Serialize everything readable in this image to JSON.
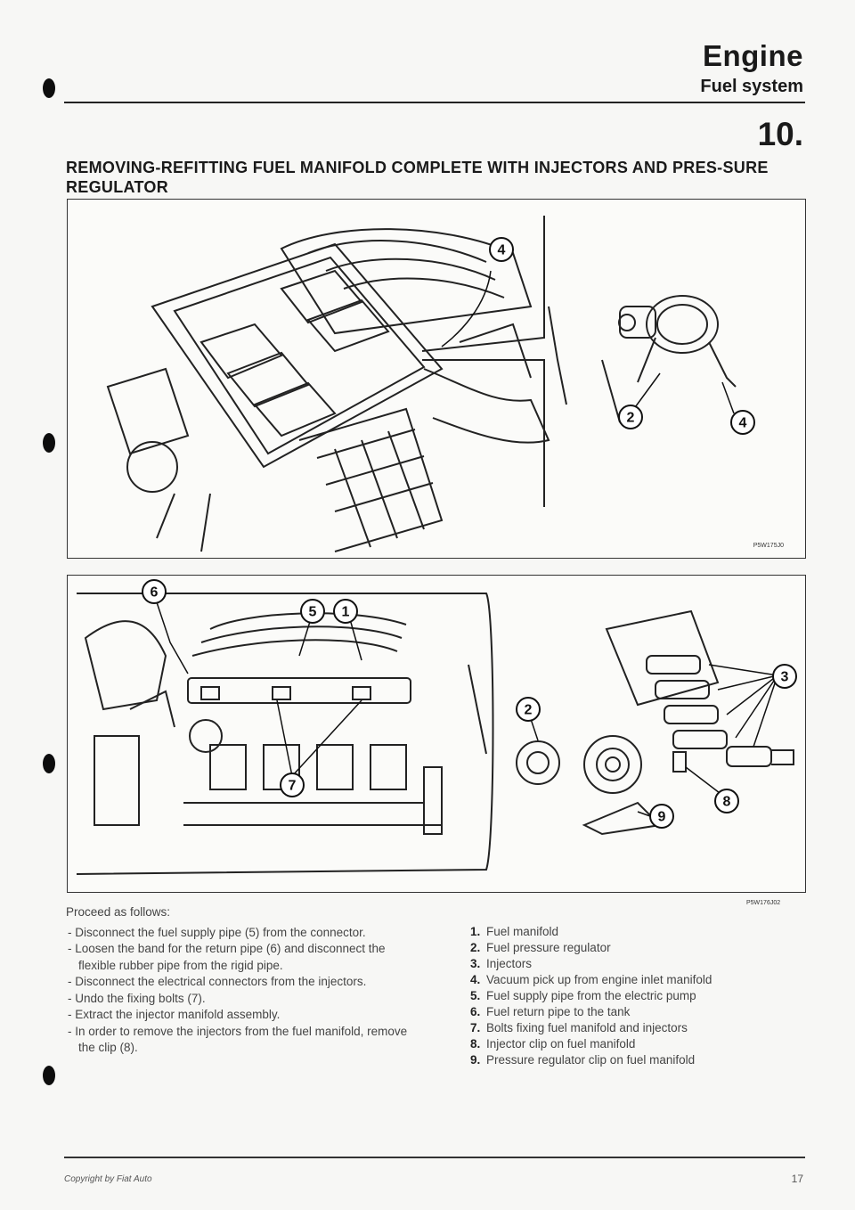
{
  "header": {
    "title": "Engine",
    "subtitle": "Fuel system",
    "section_number": "10."
  },
  "section_title": "REMOVING-REFITTING FUEL MANIFOLD COMPLETE WITH INJECTORS AND PRES-SURE REGULATOR",
  "figure_top": {
    "code": "P5W175J0",
    "callouts": [
      "4",
      "2",
      "4"
    ]
  },
  "figure_bottom": {
    "code": "P5W176J02",
    "callouts": [
      "6",
      "5",
      "1",
      "7",
      "2",
      "3",
      "8",
      "9"
    ]
  },
  "procedure": {
    "lead": "Proceed as follows:",
    "steps": [
      "Disconnect the fuel supply pipe (5) from the connector.",
      "Loosen the band for the return pipe (6) and disconnect the flexible rubber pipe from the rigid pipe.",
      "Disconnect the electrical connectors from the injectors.",
      "Undo the fixing bolts (7).",
      "Extract the injector manifold assembly.",
      "In order to remove the injectors from the fuel manifold, remove the clip (8)."
    ]
  },
  "legend": [
    {
      "num": "1.",
      "text": "Fuel manifold"
    },
    {
      "num": "2.",
      "text": "Fuel pressure regulator"
    },
    {
      "num": "3.",
      "text": "Injectors"
    },
    {
      "num": "4.",
      "text": "Vacuum pick up from engine inlet manifold"
    },
    {
      "num": "5.",
      "text": "Fuel supply pipe from the electric pump"
    },
    {
      "num": "6.",
      "text": "Fuel return pipe to the tank"
    },
    {
      "num": "7.",
      "text": "Bolts fixing fuel manifold and injectors"
    },
    {
      "num": "8.",
      "text": "Injector clip on fuel manifold"
    },
    {
      "num": "9.",
      "text": "Pressure regulator clip on fuel manifold"
    }
  ],
  "footer": {
    "copyright": "Copyright by Fiat Auto",
    "page": "17"
  }
}
